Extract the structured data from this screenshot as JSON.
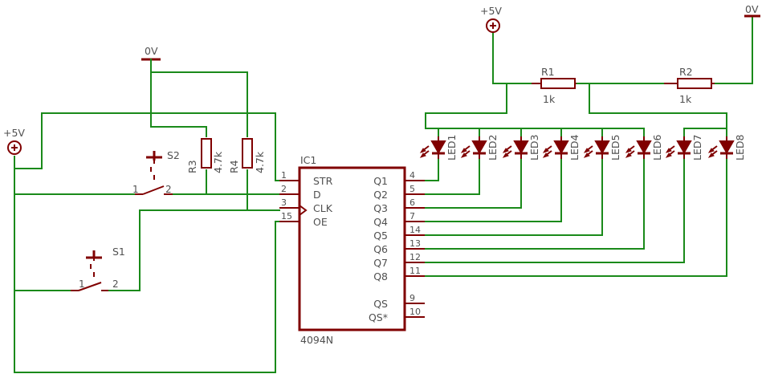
{
  "supplies": {
    "vcc_top": "+5V",
    "vcc_left": "+5V",
    "gnd_top_right": "0V",
    "gnd_top_mid": "0V"
  },
  "ic": {
    "name": "IC1",
    "value": "4094N",
    "pins_left": [
      {
        "num": "1",
        "label": "STR"
      },
      {
        "num": "2",
        "label": "D"
      },
      {
        "num": "3",
        "label": "CLK"
      },
      {
        "num": "15",
        "label": "OE"
      }
    ],
    "pins_right": [
      {
        "num": "4",
        "label": "Q1"
      },
      {
        "num": "5",
        "label": "Q2"
      },
      {
        "num": "6",
        "label": "Q3"
      },
      {
        "num": "7",
        "label": "Q4"
      },
      {
        "num": "14",
        "label": "Q5"
      },
      {
        "num": "13",
        "label": "Q6"
      },
      {
        "num": "12",
        "label": "Q7"
      },
      {
        "num": "11",
        "label": "Q8"
      },
      {
        "num": "9",
        "label": "QS"
      },
      {
        "num": "10",
        "label": "QS*"
      }
    ]
  },
  "resistors": [
    {
      "name": "R1",
      "value": "1k"
    },
    {
      "name": "R2",
      "value": "1k"
    },
    {
      "name": "R3",
      "value": "4.7k"
    },
    {
      "name": "R4",
      "value": "4.7k"
    }
  ],
  "leds": [
    "LED1",
    "LED2",
    "LED3",
    "LED4",
    "LED5",
    "LED6",
    "LED7",
    "LED8"
  ],
  "switches": [
    {
      "name": "S2",
      "pin1": "1",
      "pin2": "2"
    },
    {
      "name": "S1",
      "pin1": "1",
      "pin2": "2"
    }
  ]
}
